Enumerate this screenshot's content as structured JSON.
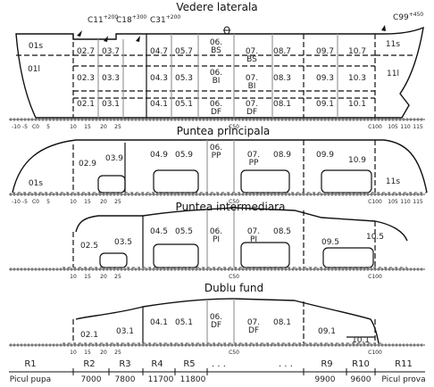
{
  "titles": {
    "side": "Vedere laterala",
    "main_deck": "Puntea principala",
    "intermediate_deck": "Puntea intermediara",
    "double_bottom": "Dublu fund"
  },
  "frame_callouts": [
    "C11+200",
    "C18+300",
    "C31+200",
    "C99+450"
  ],
  "frame_ticks": [
    "-10",
    "-5",
    "C0",
    "5",
    "10",
    "15",
    "20",
    "25",
    "C50",
    "C100",
    "105",
    "110",
    "115"
  ],
  "side_view": {
    "compartments": [
      "01s",
      "01l",
      "02.7",
      "03.7",
      "04.7",
      "05.7",
      "06.BS",
      "07.BS",
      "08.7",
      "09.7",
      "10.7",
      "11s",
      "02.3",
      "03.3",
      "04.3",
      "05.3",
      "06.BI",
      "07.BI",
      "08.3",
      "09.3",
      "10.3",
      "11l",
      "02.1",
      "03.1",
      "04.1",
      "05.1",
      "06.DF",
      "07.DF",
      "08.1",
      "09.1",
      "10.1"
    ]
  },
  "main_deck": {
    "compartments": [
      "01s",
      "02.9",
      "03.9",
      "04.9",
      "05.9",
      "06.PP",
      "07.PP",
      "08.9",
      "09.9",
      "10.9",
      "11s"
    ]
  },
  "intermediate_deck": {
    "compartments": [
      "02.5",
      "03.5",
      "04.5",
      "05.5",
      "06.PI",
      "07.PI",
      "08.5",
      "09.5",
      "10.5"
    ]
  },
  "double_bottom": {
    "compartments": [
      "02.1",
      "03.1",
      "04.1",
      "05.1",
      "06.DF",
      "07.DF",
      "08.1",
      "09.1",
      "10.1"
    ]
  },
  "regions": {
    "names": [
      "R1",
      "R2",
      "R3",
      "R4",
      "R5",
      ". . .",
      ". . .",
      "R9",
      "R10",
      "R11"
    ],
    "values": [
      "Picul pupa",
      "7000",
      "7800",
      "11700",
      "11800",
      "9900",
      "9600",
      "Picul prova"
    ]
  }
}
